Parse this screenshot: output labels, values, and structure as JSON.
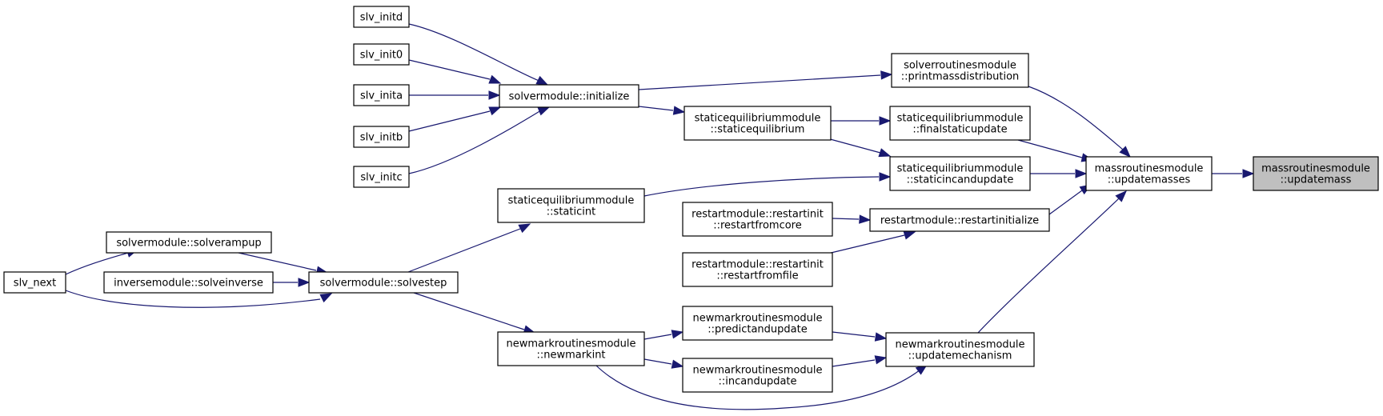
{
  "graph": {
    "focus_color": "#bfbfbf",
    "edge_color": "#191970",
    "nodes": {
      "slv_initd": {
        "lines": [
          "slv_initd"
        ]
      },
      "slv_init0": {
        "lines": [
          "slv_init0"
        ]
      },
      "slv_inita": {
        "lines": [
          "slv_inita"
        ]
      },
      "slv_initb": {
        "lines": [
          "slv_initb"
        ]
      },
      "slv_initc": {
        "lines": [
          "slv_initc"
        ]
      },
      "initialize": {
        "lines": [
          "solvermodule::initialize"
        ]
      },
      "printmass": {
        "lines": [
          "solverroutinesmodule",
          "::printmassdistribution"
        ]
      },
      "staticeq": {
        "lines": [
          "staticequilibriummodule",
          "::staticequilibrium"
        ]
      },
      "finalstatic": {
        "lines": [
          "staticequilibriummodule",
          "::finalstaticupdate"
        ]
      },
      "staticincand": {
        "lines": [
          "staticequilibriummodule",
          "::staticincandupdate"
        ]
      },
      "updatemasses": {
        "lines": [
          "massroutinesmodule",
          "::updatemasses"
        ]
      },
      "updatemass": {
        "lines": [
          "massroutinesmodule",
          "::updatemass"
        ]
      },
      "staticint": {
        "lines": [
          "staticequilibriummodule",
          "::staticint"
        ]
      },
      "restartfromcore": {
        "lines": [
          "restartmodule::restartinit",
          "::restartfromcore"
        ]
      },
      "restartinit": {
        "lines": [
          "restartmodule::restartinitialize"
        ]
      },
      "restartfromfile": {
        "lines": [
          "restartmodule::restartinit",
          "::restartfromfile"
        ]
      },
      "solverampup": {
        "lines": [
          "solvermodule::solverampup"
        ]
      },
      "slv_next": {
        "lines": [
          "slv_next"
        ]
      },
      "solveinverse": {
        "lines": [
          "inversemodule::solveinverse"
        ]
      },
      "solvestep": {
        "lines": [
          "solvermodule::solvestep"
        ]
      },
      "predictandupdate": {
        "lines": [
          "newmarkroutinesmodule",
          "::predictandupdate"
        ]
      },
      "newmarkint": {
        "lines": [
          "newmarkroutinesmodule",
          "::newmarkint"
        ]
      },
      "updatemechanism": {
        "lines": [
          "newmarkroutinesmodule",
          "::updatemechanism"
        ]
      },
      "incandupdate": {
        "lines": [
          "newmarkroutinesmodule",
          "::incandupdate"
        ]
      }
    },
    "edges": [
      [
        "updatemasses",
        "updatemass"
      ],
      [
        "printmass",
        "updatemasses"
      ],
      [
        "finalstatic",
        "updatemasses"
      ],
      [
        "staticincand",
        "updatemasses"
      ],
      [
        "restartinit",
        "updatemasses"
      ],
      [
        "updatemechanism",
        "updatemasses"
      ],
      [
        "initialize",
        "printmass"
      ],
      [
        "initialize",
        "staticeq"
      ],
      [
        "staticeq",
        "finalstatic"
      ],
      [
        "staticeq",
        "staticincand"
      ],
      [
        "staticint",
        "staticincand"
      ],
      [
        "slv_initd",
        "initialize"
      ],
      [
        "slv_init0",
        "initialize"
      ],
      [
        "slv_inita",
        "initialize"
      ],
      [
        "slv_initb",
        "initialize"
      ],
      [
        "slv_initc",
        "initialize"
      ],
      [
        "solvestep",
        "staticint"
      ],
      [
        "restartfromcore",
        "restartinit"
      ],
      [
        "restartfromfile",
        "restartinit"
      ],
      [
        "predictandupdate",
        "updatemechanism"
      ],
      [
        "incandupdate",
        "updatemechanism"
      ],
      [
        "newmarkint",
        "updatemechanism"
      ],
      [
        "newmarkint",
        "predictandupdate"
      ],
      [
        "newmarkint",
        "incandupdate"
      ],
      [
        "solvestep",
        "newmarkint"
      ],
      [
        "solverampup",
        "solvestep"
      ],
      [
        "solveinverse",
        "solvestep"
      ],
      [
        "slv_next",
        "solvestep"
      ],
      [
        "slv_next",
        "solverampup"
      ]
    ]
  }
}
